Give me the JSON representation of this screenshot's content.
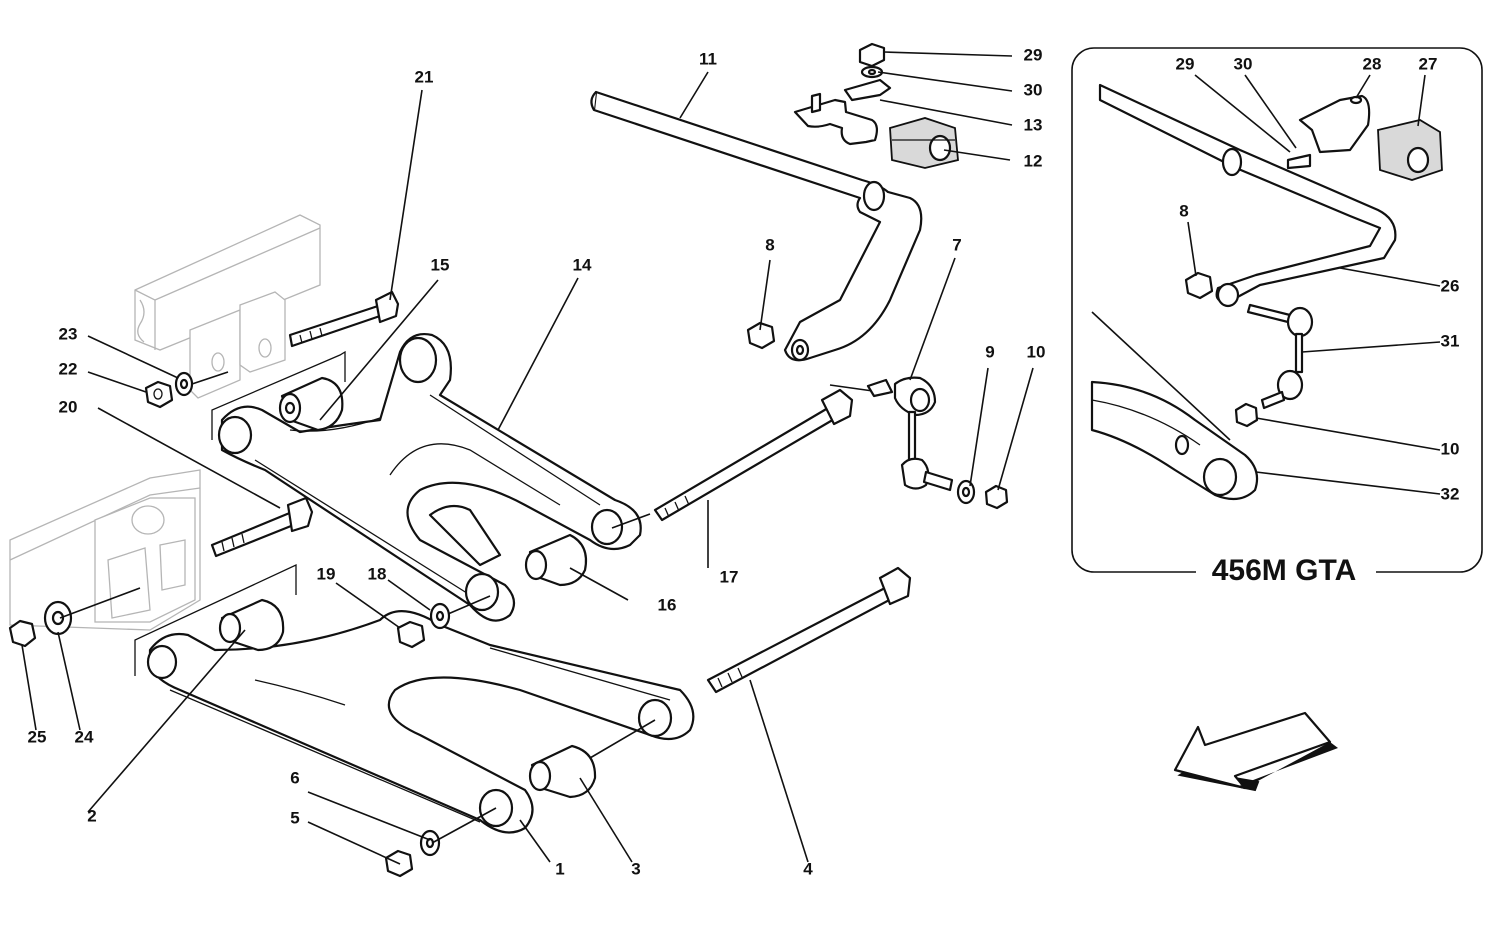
{
  "inset": {
    "title": "456M GTA"
  },
  "callouts": {
    "main": [
      "1",
      "2",
      "3",
      "4",
      "5",
      "6",
      "7",
      "8",
      "9",
      "10",
      "11",
      "12",
      "13",
      "14",
      "15",
      "16",
      "17",
      "18",
      "19",
      "20",
      "21",
      "22",
      "23",
      "24",
      "25",
      "29",
      "30"
    ],
    "inset": [
      "29",
      "30",
      "28",
      "27",
      "8",
      "26",
      "31",
      "10",
      "32"
    ]
  }
}
